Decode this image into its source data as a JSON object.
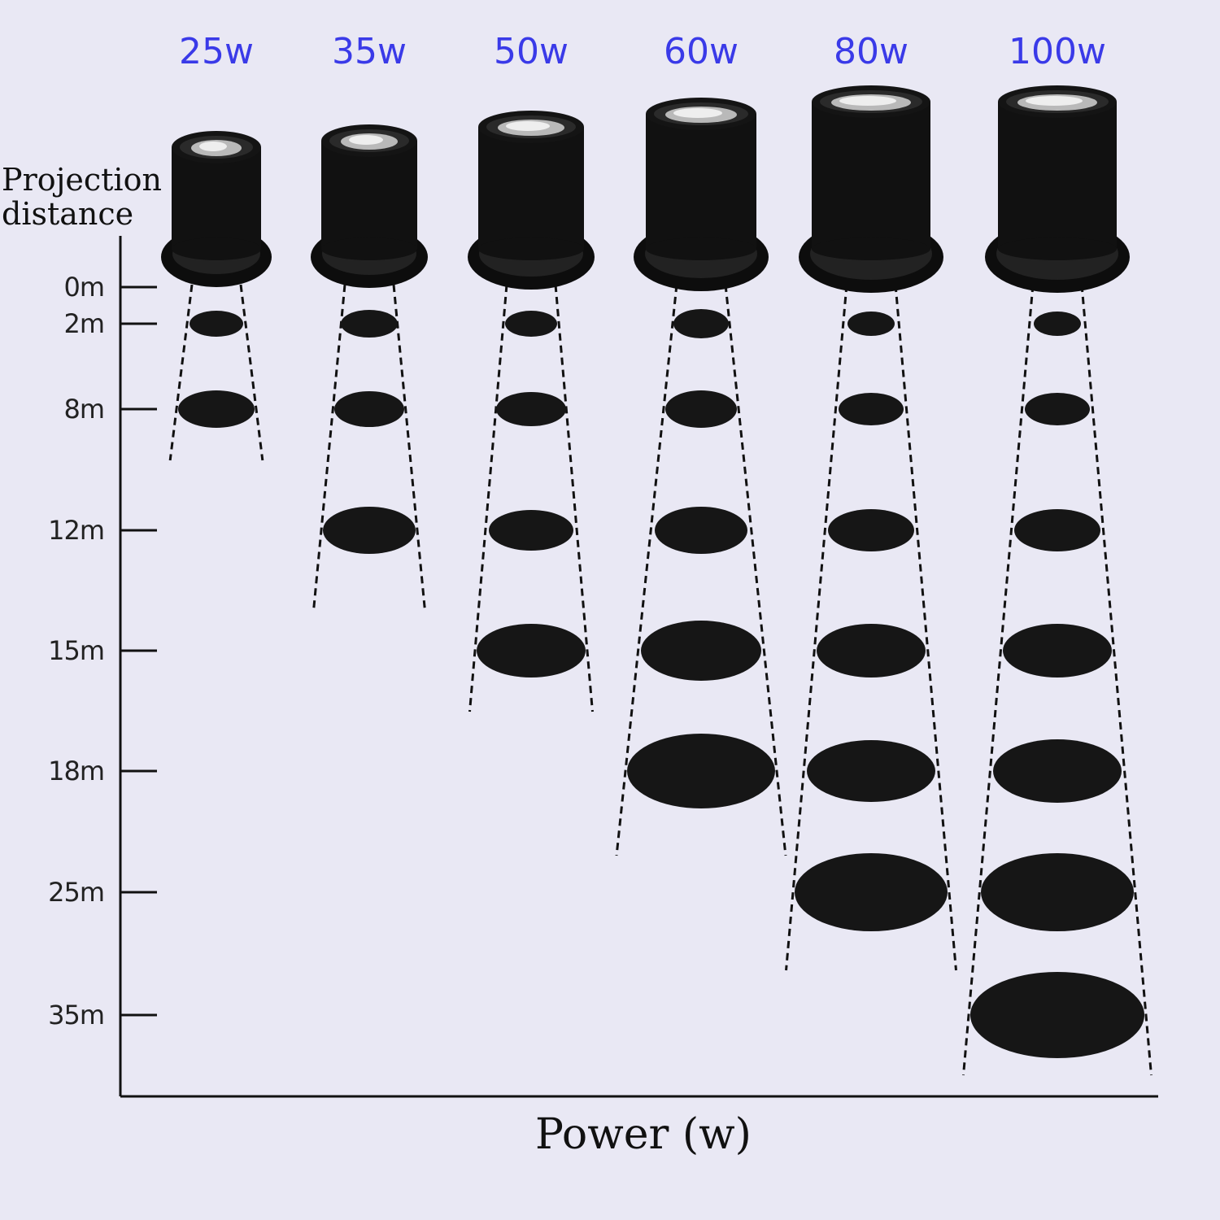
{
  "header": {
    "y_axis_title": "Projection\ndistance",
    "x_axis_title": "Power (w)"
  },
  "colors": {
    "background": "#e9e8f4",
    "watt_label": "#3a3ae8",
    "ink": "#111111"
  },
  "distance_ticks": [
    {
      "label": "0m",
      "value": 0
    },
    {
      "label": "2m",
      "value": 2
    },
    {
      "label": "8m",
      "value": 8
    },
    {
      "label": "12m",
      "value": 12
    },
    {
      "label": "15m",
      "value": 15
    },
    {
      "label": "18m",
      "value": 18
    },
    {
      "label": "25m",
      "value": 25
    },
    {
      "label": "35m",
      "value": 35
    }
  ],
  "lamps": [
    {
      "label": "25w",
      "watts": 25,
      "max_distance": 8
    },
    {
      "label": "35w",
      "watts": 35,
      "max_distance": 12
    },
    {
      "label": "50w",
      "watts": 50,
      "max_distance": 15
    },
    {
      "label": "60w",
      "watts": 60,
      "max_distance": 18
    },
    {
      "label": "80w",
      "watts": 80,
      "max_distance": 25
    },
    {
      "label": "100w",
      "watts": 100,
      "max_distance": 35
    }
  ]
}
